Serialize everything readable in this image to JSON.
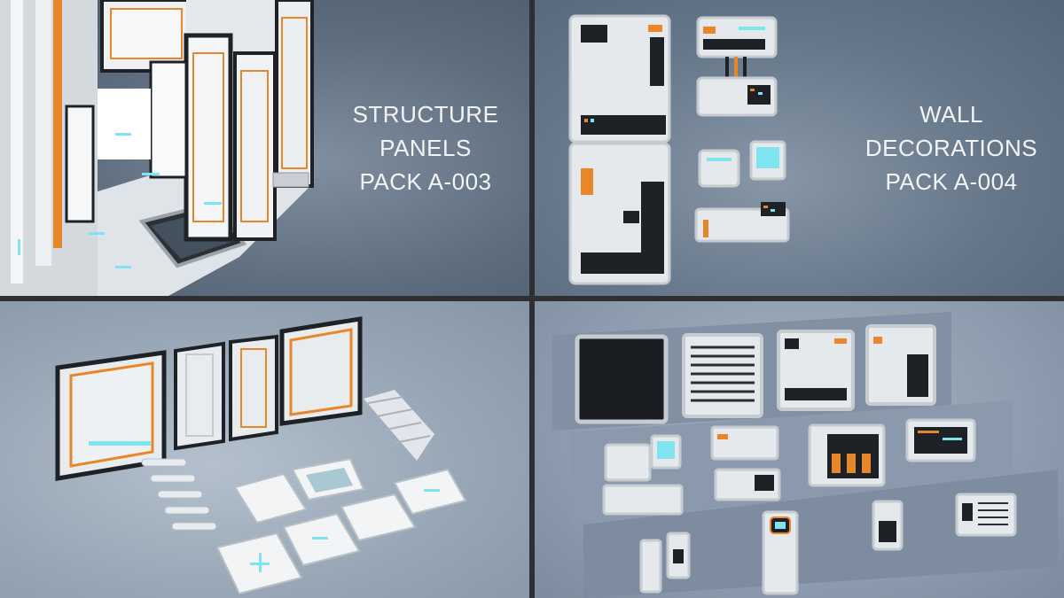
{
  "panels": [
    {
      "caption_lines": [
        "STRUCTURE",
        "PANELS",
        "PACK A-003"
      ]
    },
    {
      "caption_lines": [
        "WALL",
        "DECORATIONS",
        "PACK A-004"
      ]
    }
  ],
  "colors": {
    "accent": "#e8862a",
    "panel_white": "#e9ecef",
    "dark": "#1e2126",
    "glow": "#7fe3f0"
  }
}
